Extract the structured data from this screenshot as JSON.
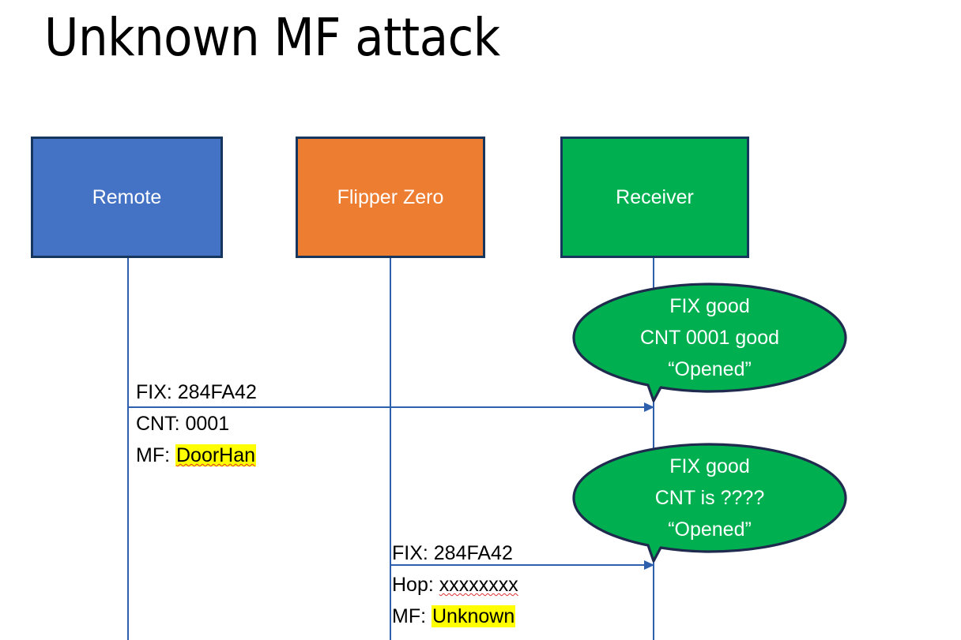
{
  "slide": {
    "title": "Unknown MF attack"
  },
  "colors": {
    "remote_fill": "#4472C4",
    "flipper_fill": "#ED7D31",
    "receiver_fill": "#00B050",
    "box_border": "#17365D",
    "line": "#2E5FAC",
    "bubble_fill": "#00B050",
    "bubble_border": "#1F2A4E",
    "highlight": "#FFFF00",
    "spellcheck_underline": "#E03030",
    "text": "#000000",
    "box_text": "#FFFFFF"
  },
  "actors": [
    {
      "id": "remote",
      "label": "Remote"
    },
    {
      "id": "flipper",
      "label": "Flipper Zero"
    },
    {
      "id": "receiver",
      "label": "Receiver"
    }
  ],
  "messages": [
    {
      "id": "msg1",
      "from": "remote",
      "to": "receiver",
      "line1": "FIX: 284FA42",
      "line2": "CNT: 0001",
      "line3_prefix": "MF: ",
      "line3_value": "DoorHan",
      "line3_highlighted": true,
      "line3_spellchecked": true
    },
    {
      "id": "msg2",
      "from": "flipper",
      "to": "receiver",
      "line1": "FIX: 284FA42",
      "line2_prefix": "Hop: ",
      "line2_value": "xxxxxxxx",
      "line2_spellchecked": true,
      "line3_prefix": "MF: ",
      "line3_value": "Unknown",
      "line3_highlighted": true
    }
  ],
  "bubbles": [
    {
      "id": "bubble1",
      "owner": "receiver",
      "line1": "FIX good",
      "line2": "CNT 0001 good",
      "line3": "“Opened”"
    },
    {
      "id": "bubble2",
      "owner": "receiver",
      "line1": "FIX good",
      "line2": "CNT is ????",
      "line3": "“Opened”"
    }
  ]
}
